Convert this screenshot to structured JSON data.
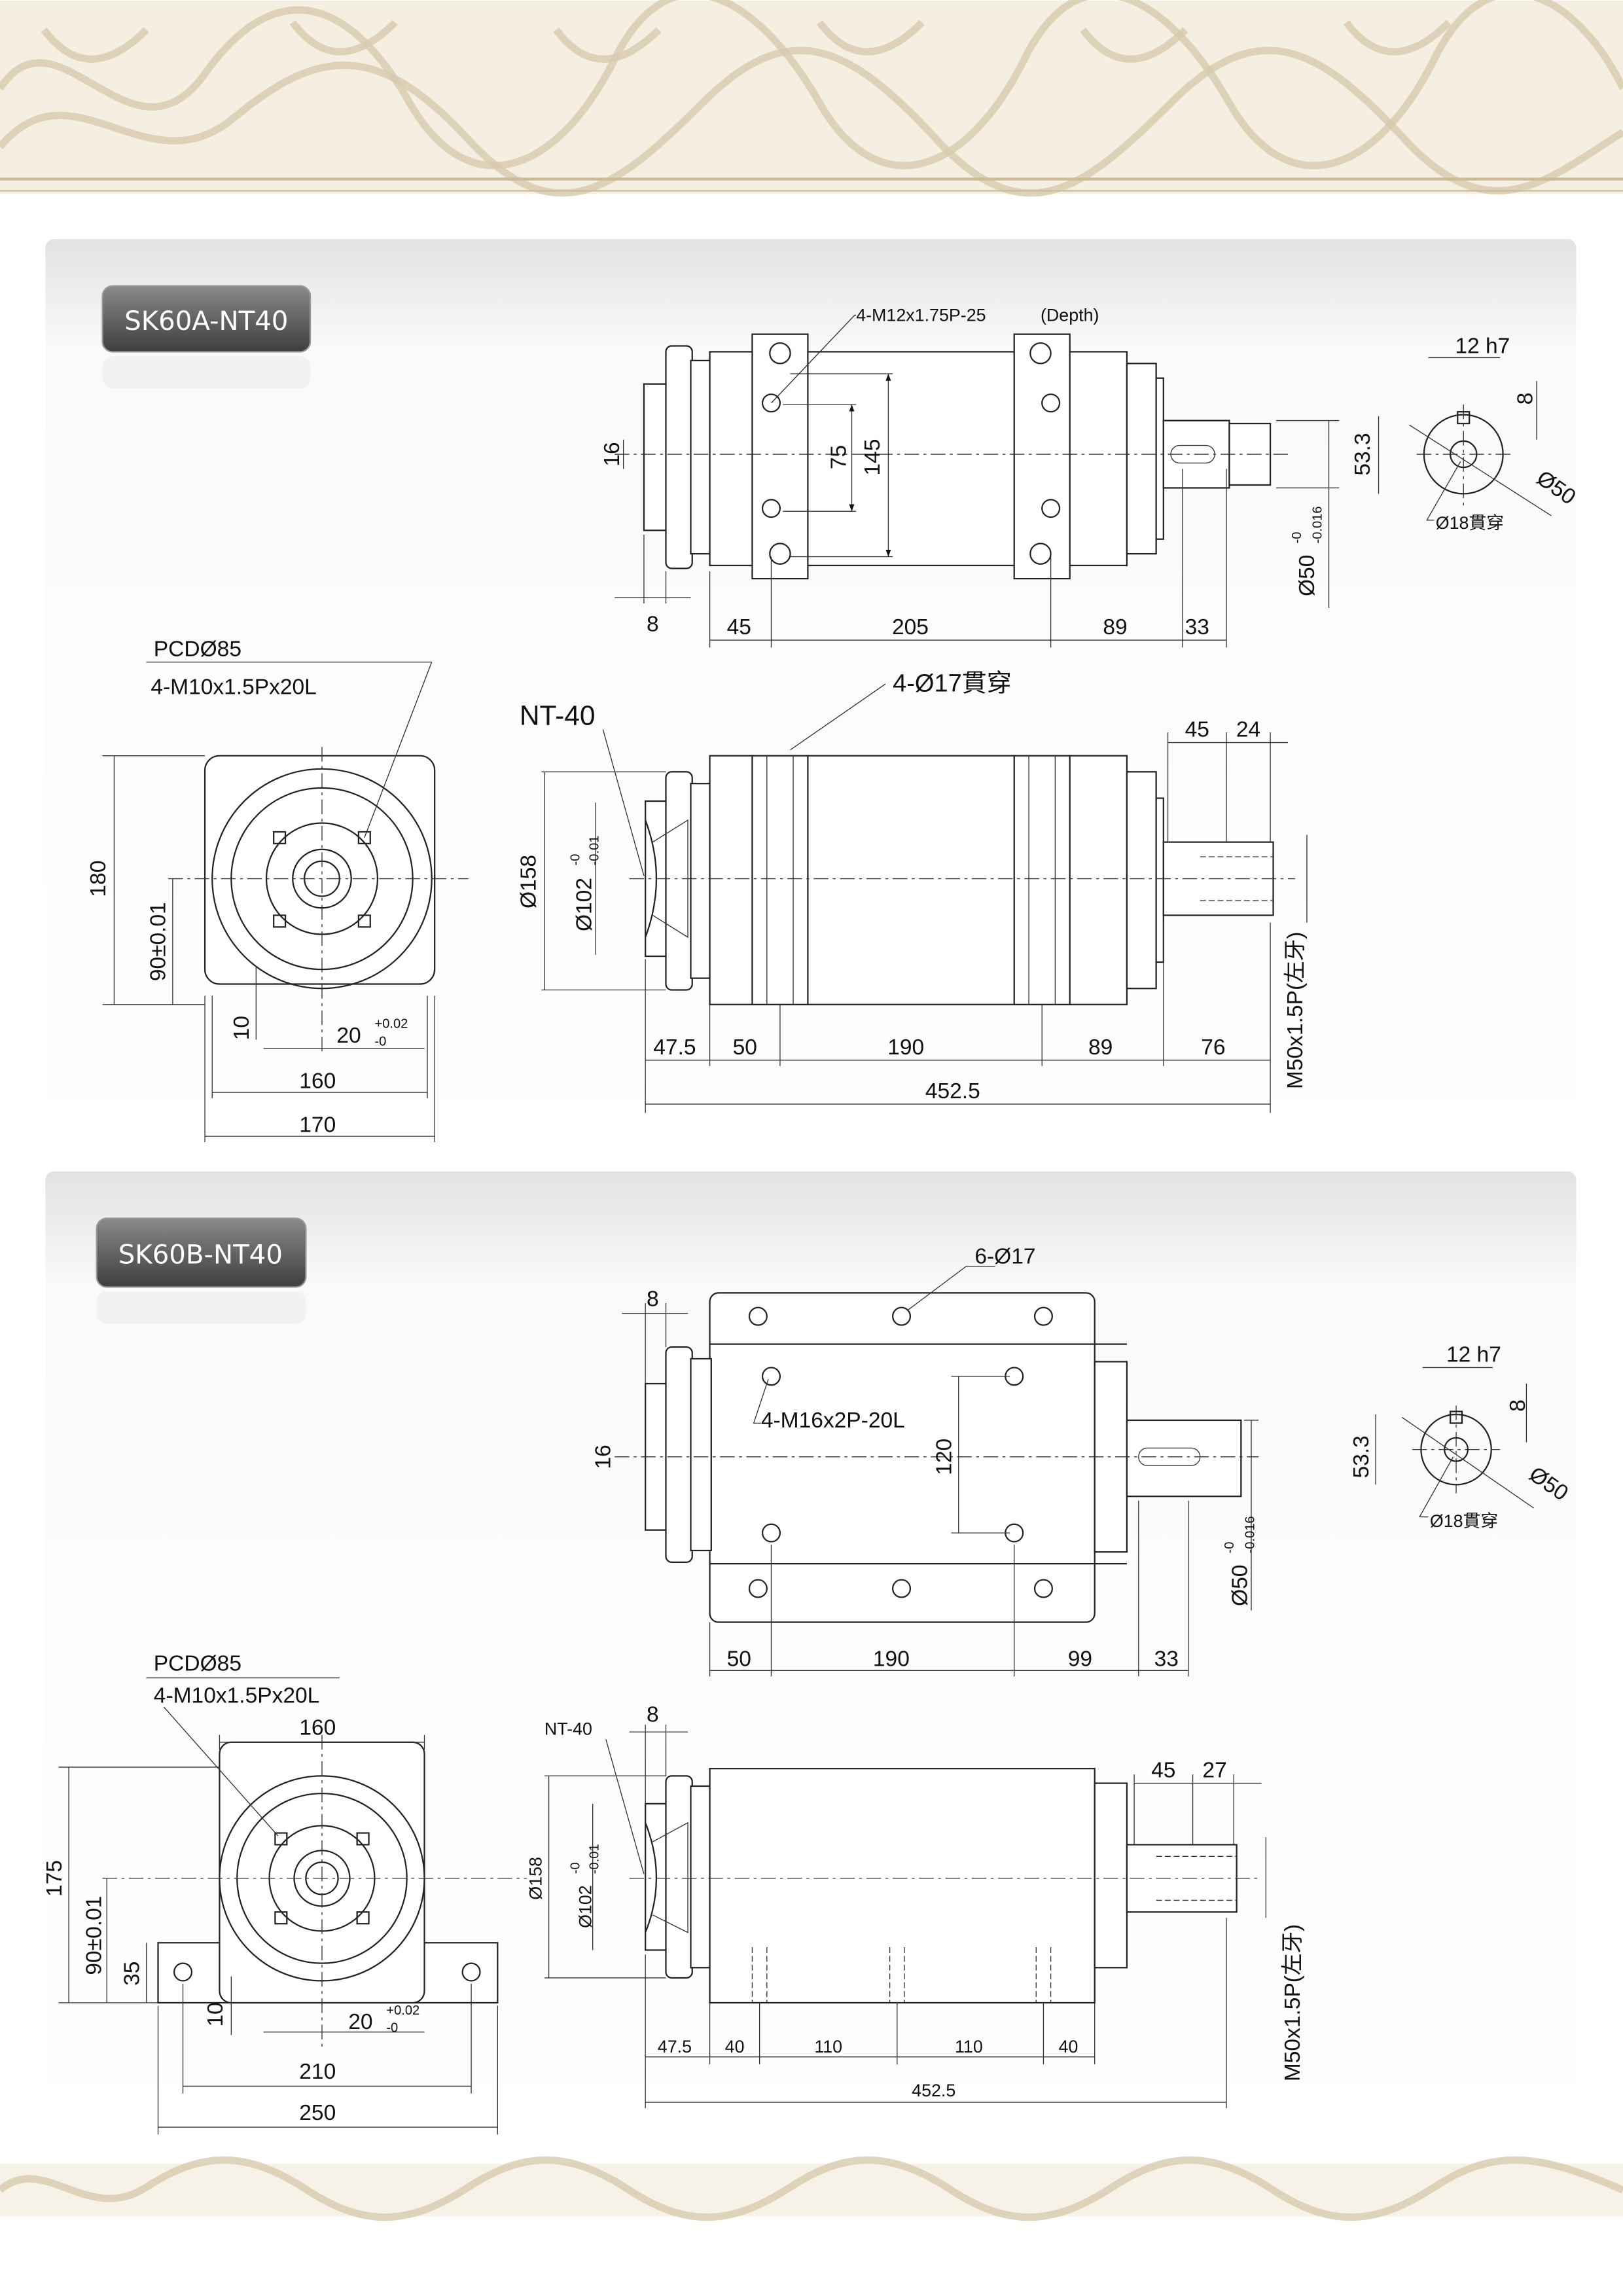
{
  "colors": {
    "ornament": "#d7c9ad",
    "badge": "#555555",
    "panel": "#ececec"
  },
  "a": {
    "title": "SK60A-NT40",
    "top": {
      "thread_note": "4-M12x1.75P-25",
      "depth": "(Depth)",
      "d75": "75",
      "d145": "145",
      "d16": "16",
      "d8": "8",
      "d45": "45",
      "d205": "205",
      "d89": "89",
      "d33": "33",
      "d533": "53.3",
      "shaft_dia": "Ø50",
      "tol_up": "-0",
      "tol_low": "-0.016",
      "key": "12 h7",
      "key_depth": "8",
      "end_dia": "Ø50",
      "bore": "Ø18貫穿"
    },
    "front": {
      "pcd": "PCDØ85",
      "thread": "4-M10x1.5Px20L",
      "h180": "180",
      "h90": "90±0.01",
      "d10": "10",
      "d20": "20",
      "d20_up": "+0.02",
      "d20_low": "-0",
      "w160": "160",
      "w170": "170"
    },
    "side": {
      "nt": "NT-40",
      "holes": "4-Ø17貫穿",
      "dia158": "Ø158",
      "dia102": "Ø102",
      "tol_up": "-0",
      "tol_low": "-0.01",
      "d475": "47.5",
      "d50": "50",
      "d190": "190",
      "d89": "89",
      "d76": "76",
      "total": "452.5",
      "d45": "45",
      "d24": "24",
      "thread": "M50x1.5P(左牙)"
    }
  },
  "b": {
    "title": "SK60B-NT40",
    "top": {
      "holes": "6-Ø17",
      "thread_note": "4-M16x2P-20L",
      "d120": "120",
      "d16": "16",
      "d8": "8",
      "d50": "50",
      "d190": "190",
      "d99": "99",
      "d33": "33",
      "d533": "53.3",
      "shaft_dia": "Ø50",
      "tol_up": "-0",
      "tol_low": "-0.016",
      "key": "12 h7",
      "key_depth": "8",
      "end_dia": "Ø50",
      "bore": "Ø18貫穿"
    },
    "front": {
      "pcd": "PCDØ85",
      "thread": "4-M10x1.5Px20L",
      "w160": "160",
      "h175": "175",
      "h90": "90±0.01",
      "h35": "35",
      "d10": "10",
      "d20": "20",
      "d20_up": "+0.02",
      "d20_low": "-0",
      "w210": "210",
      "w250": "250"
    },
    "side": {
      "nt": "NT-40",
      "d8": "8",
      "dia158": "Ø158",
      "dia102": "Ø102",
      "tol_up": "-0",
      "tol_low": "-0.01",
      "d475": "47.5",
      "d40a": "40",
      "d110a": "110",
      "d110b": "110",
      "d40b": "40",
      "total": "452.5",
      "d45": "45",
      "d27": "27",
      "thread": "M50x1.5P(左牙)"
    }
  }
}
